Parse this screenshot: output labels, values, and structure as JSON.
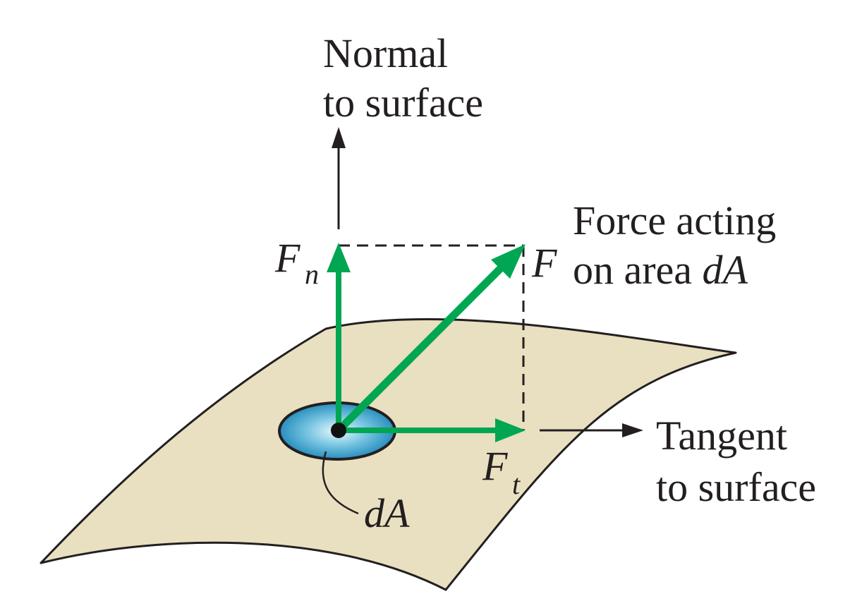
{
  "labels": {
    "normal_line1": "Normal",
    "normal_line2": "to surface",
    "force_line1": "Force acting",
    "force_line2_text": "on area ",
    "force_line2_var": "dA",
    "tangent_line1": "Tangent",
    "tangent_line2": "to surface",
    "f_normal": "F",
    "f_normal_sub": "n",
    "f_total": "F",
    "f_tangent": "F",
    "f_tangent_sub": "t",
    "area": "dA"
  },
  "colors": {
    "surface_fill": "#e8e0c0",
    "surface_stroke": "#231f20",
    "vector_green": "#00a651",
    "patch_center": "#e6f6fb",
    "patch_edge": "#1f8fc0",
    "line_black": "#231f20"
  }
}
